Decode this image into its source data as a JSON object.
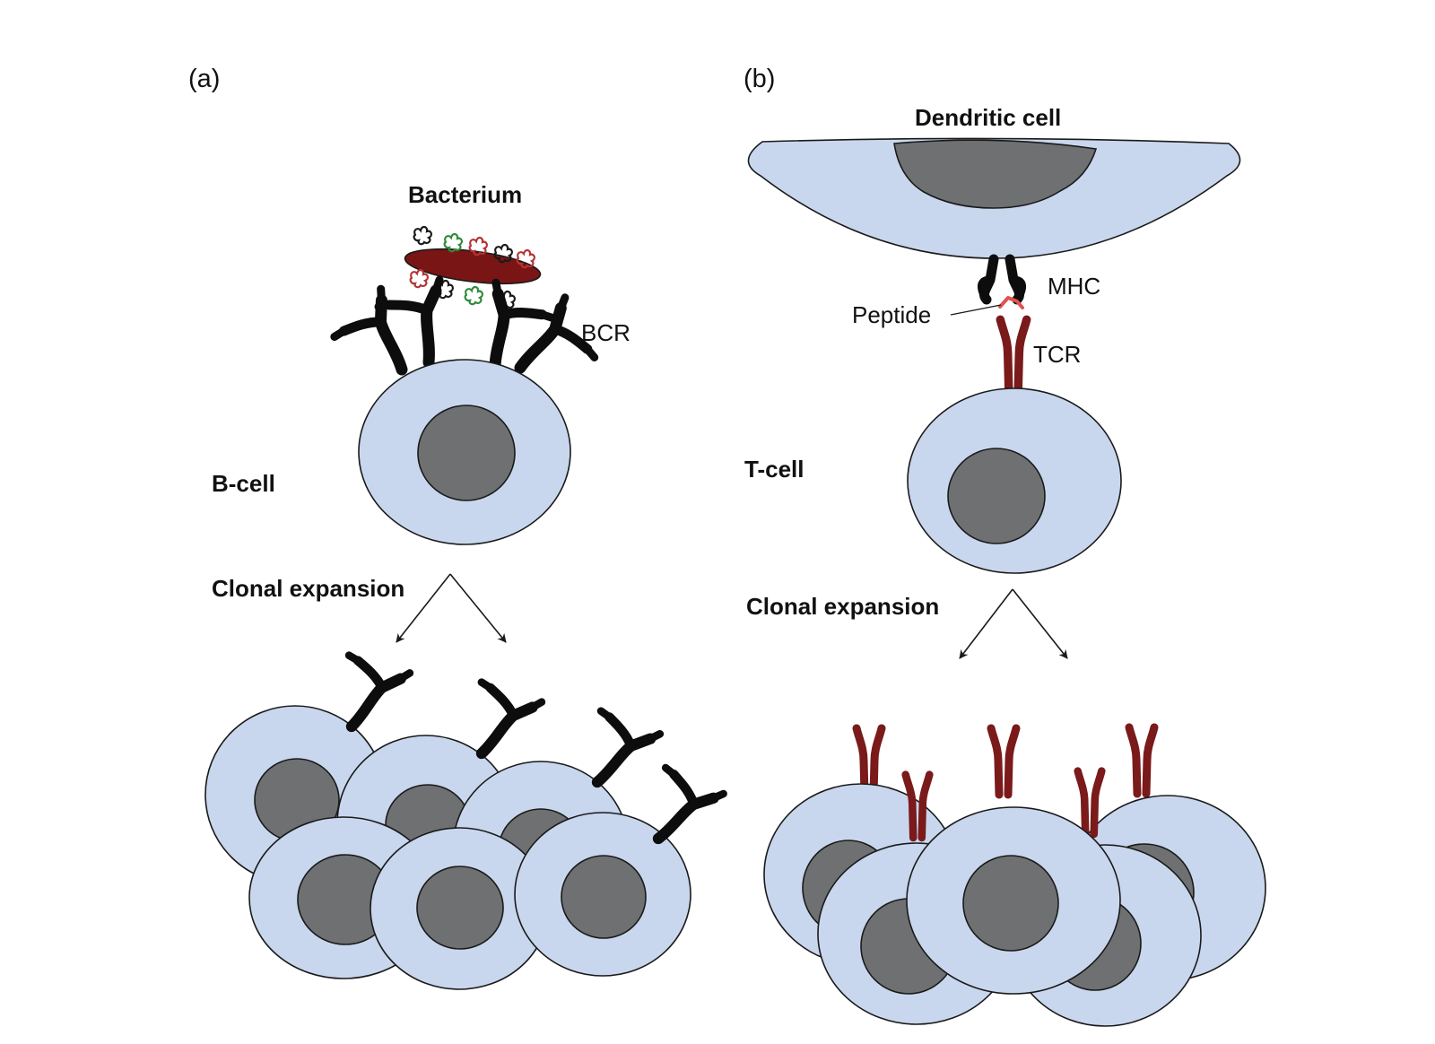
{
  "labels": {
    "panel_a": "(a)",
    "panel_b": "(b)",
    "bacterium": "Bacterium",
    "bcr": "BCR",
    "b_cell": "B-cell",
    "clonal_expansion_a": "Clonal expansion",
    "dendritic_cell": "Dendritic cell",
    "mhc": "MHC",
    "peptide": "Peptide",
    "tcr": "TCR",
    "t_cell": "T-cell",
    "clonal_expansion_b": "Clonal expansion"
  },
  "colors": {
    "cell_fill": "#c9d7ee",
    "nucleus_fill": "#6e7072",
    "outline": "#1a1a1a",
    "bacterium_fill": "#7a1515",
    "tcr_color": "#7a1a1a",
    "bcr_color": "#0d0d0d",
    "mhc_color": "#0d0d0d",
    "peptide_color": "#e0524f",
    "antigen_black": "#1a1a1a",
    "antigen_green": "#2e8b3a",
    "antigen_red": "#b33434",
    "arrow_color": "#1a1a1a"
  }
}
